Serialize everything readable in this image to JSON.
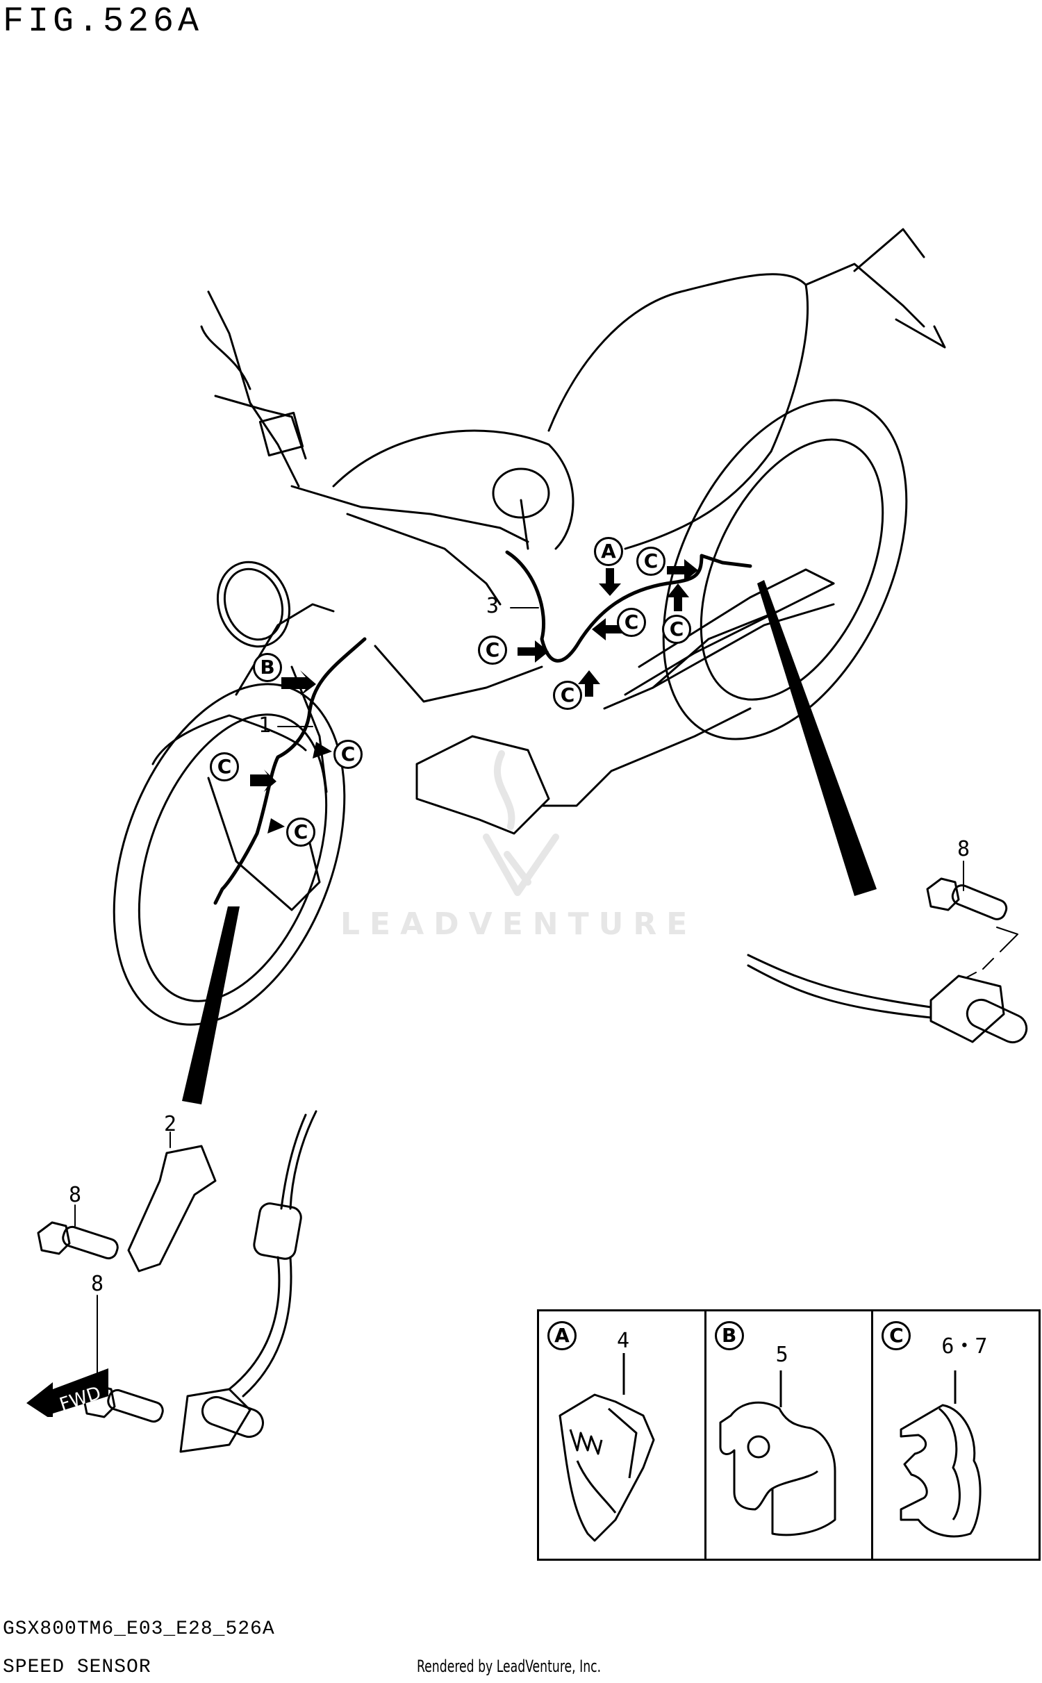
{
  "header": {
    "title": "FIG.526A"
  },
  "diagram": {
    "watermark": "LEADVENTURE",
    "callouts": [
      {
        "id": "1",
        "type": "part-number",
        "label": "1"
      },
      {
        "id": "2",
        "type": "part-number",
        "label": "2"
      },
      {
        "id": "3",
        "type": "part-number",
        "label": "3"
      },
      {
        "id": "8a",
        "type": "part-number",
        "label": "8"
      },
      {
        "id": "8b",
        "type": "part-number",
        "label": "8"
      },
      {
        "id": "8c",
        "type": "part-number",
        "label": "8"
      }
    ],
    "clamp_markers": {
      "A": "A",
      "B": "B",
      "C": "C"
    },
    "direction_indicator": "FWD"
  },
  "legend": {
    "cells": [
      {
        "marker": "A",
        "part": "4"
      },
      {
        "marker": "B",
        "part": "5"
      },
      {
        "marker": "C",
        "part": "6・7"
      }
    ]
  },
  "footer": {
    "model_code": "GSX800TM6_E03_E28_526A",
    "section_name": "SPEED SENSOR",
    "credit": "Rendered by LeadVenture, Inc."
  }
}
